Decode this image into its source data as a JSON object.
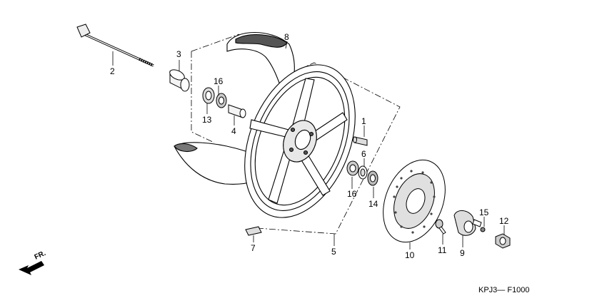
{
  "diagram": {
    "reference_code": "KPJ3— F1000",
    "direction_label": "FR.",
    "parts": [
      {
        "id": "1",
        "name": "valve"
      },
      {
        "id": "2",
        "name": "axle"
      },
      {
        "id": "3",
        "name": "collar"
      },
      {
        "id": "4",
        "name": "distance-collar"
      },
      {
        "id": "5",
        "name": "wheel-rim"
      },
      {
        "id": "6",
        "name": "retainer"
      },
      {
        "id": "7",
        "name": "weight"
      },
      {
        "id": "8",
        "name": "tire"
      },
      {
        "id": "9",
        "name": "meter-gearbox"
      },
      {
        "id": "10",
        "name": "brake-disc"
      },
      {
        "id": "11",
        "name": "disc-bolt"
      },
      {
        "id": "12",
        "name": "axle-nut"
      },
      {
        "id": "13",
        "name": "bearing-left"
      },
      {
        "id": "14",
        "name": "bearing-right"
      },
      {
        "id": "15",
        "name": "screw"
      },
      {
        "id": "16",
        "name": "dust-seal"
      }
    ]
  }
}
